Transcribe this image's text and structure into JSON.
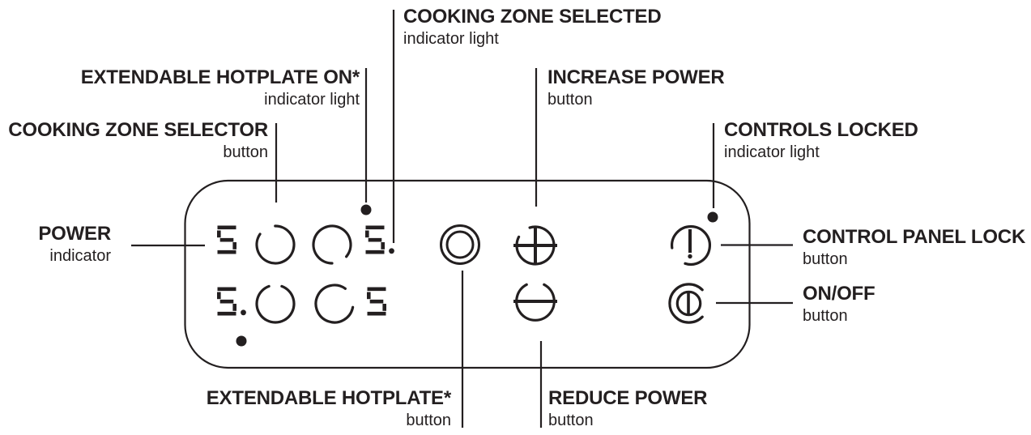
{
  "diagram": {
    "subject": "hob control panel",
    "colors": {
      "ink": "#231f20",
      "background": "#ffffff"
    }
  },
  "callouts": [
    {
      "id": "cooking-zone-selected",
      "title": "COOKING ZONE SELECTED",
      "subtitle": "indicator light"
    },
    {
      "id": "extendable-hotplate-on",
      "title": "EXTENDABLE HOTPLATE ON*",
      "subtitle": "indicator light"
    },
    {
      "id": "cooking-zone-selector",
      "title": "COOKING ZONE SELECTOR",
      "subtitle": "button"
    },
    {
      "id": "increase-power",
      "title": "INCREASE POWER",
      "subtitle": "button"
    },
    {
      "id": "controls-locked",
      "title": "CONTROLS LOCKED",
      "subtitle": "indicator light"
    },
    {
      "id": "power",
      "title": "POWER",
      "subtitle": "indicator"
    },
    {
      "id": "control-panel-lock",
      "title": "CONTROL PANEL LOCK",
      "subtitle": "button"
    },
    {
      "id": "on-off",
      "title": "ON/OFF",
      "subtitle": "button"
    },
    {
      "id": "extendable-hotplate",
      "title": "EXTENDABLE HOTPLATE*",
      "subtitle": "button"
    },
    {
      "id": "reduce-power",
      "title": "REDUCE POWER",
      "subtitle": "button"
    }
  ],
  "panel": {
    "displays": [
      {
        "position": "top-left",
        "value": "5"
      },
      {
        "position": "top-right",
        "value": "5."
      },
      {
        "position": "bottom-left",
        "value": "5."
      },
      {
        "position": "bottom-right",
        "value": "5"
      }
    ],
    "buttons": [
      {
        "name": "cooking-zone-selector-top-left",
        "icon": "open-circle-icon"
      },
      {
        "name": "cooking-zone-selector-top-right",
        "icon": "open-circle-icon"
      },
      {
        "name": "cooking-zone-selector-bottom-left",
        "icon": "open-circle-icon"
      },
      {
        "name": "cooking-zone-selector-bottom-right",
        "icon": "open-circle-icon"
      },
      {
        "name": "extendable-hotplate",
        "icon": "double-circle-icon"
      },
      {
        "name": "increase-power",
        "icon": "plus-circle-icon"
      },
      {
        "name": "reduce-power",
        "icon": "minus-circle-icon"
      },
      {
        "name": "control-panel-lock",
        "icon": "key-circle-icon"
      },
      {
        "name": "on-off",
        "icon": "power-circle-icon"
      }
    ],
    "indicator_lights": [
      {
        "name": "extendable-hotplate-on",
        "state": "on"
      },
      {
        "name": "controls-locked",
        "state": "on"
      },
      {
        "name": "cooking-zone-bottom-left",
        "state": "on"
      }
    ]
  }
}
